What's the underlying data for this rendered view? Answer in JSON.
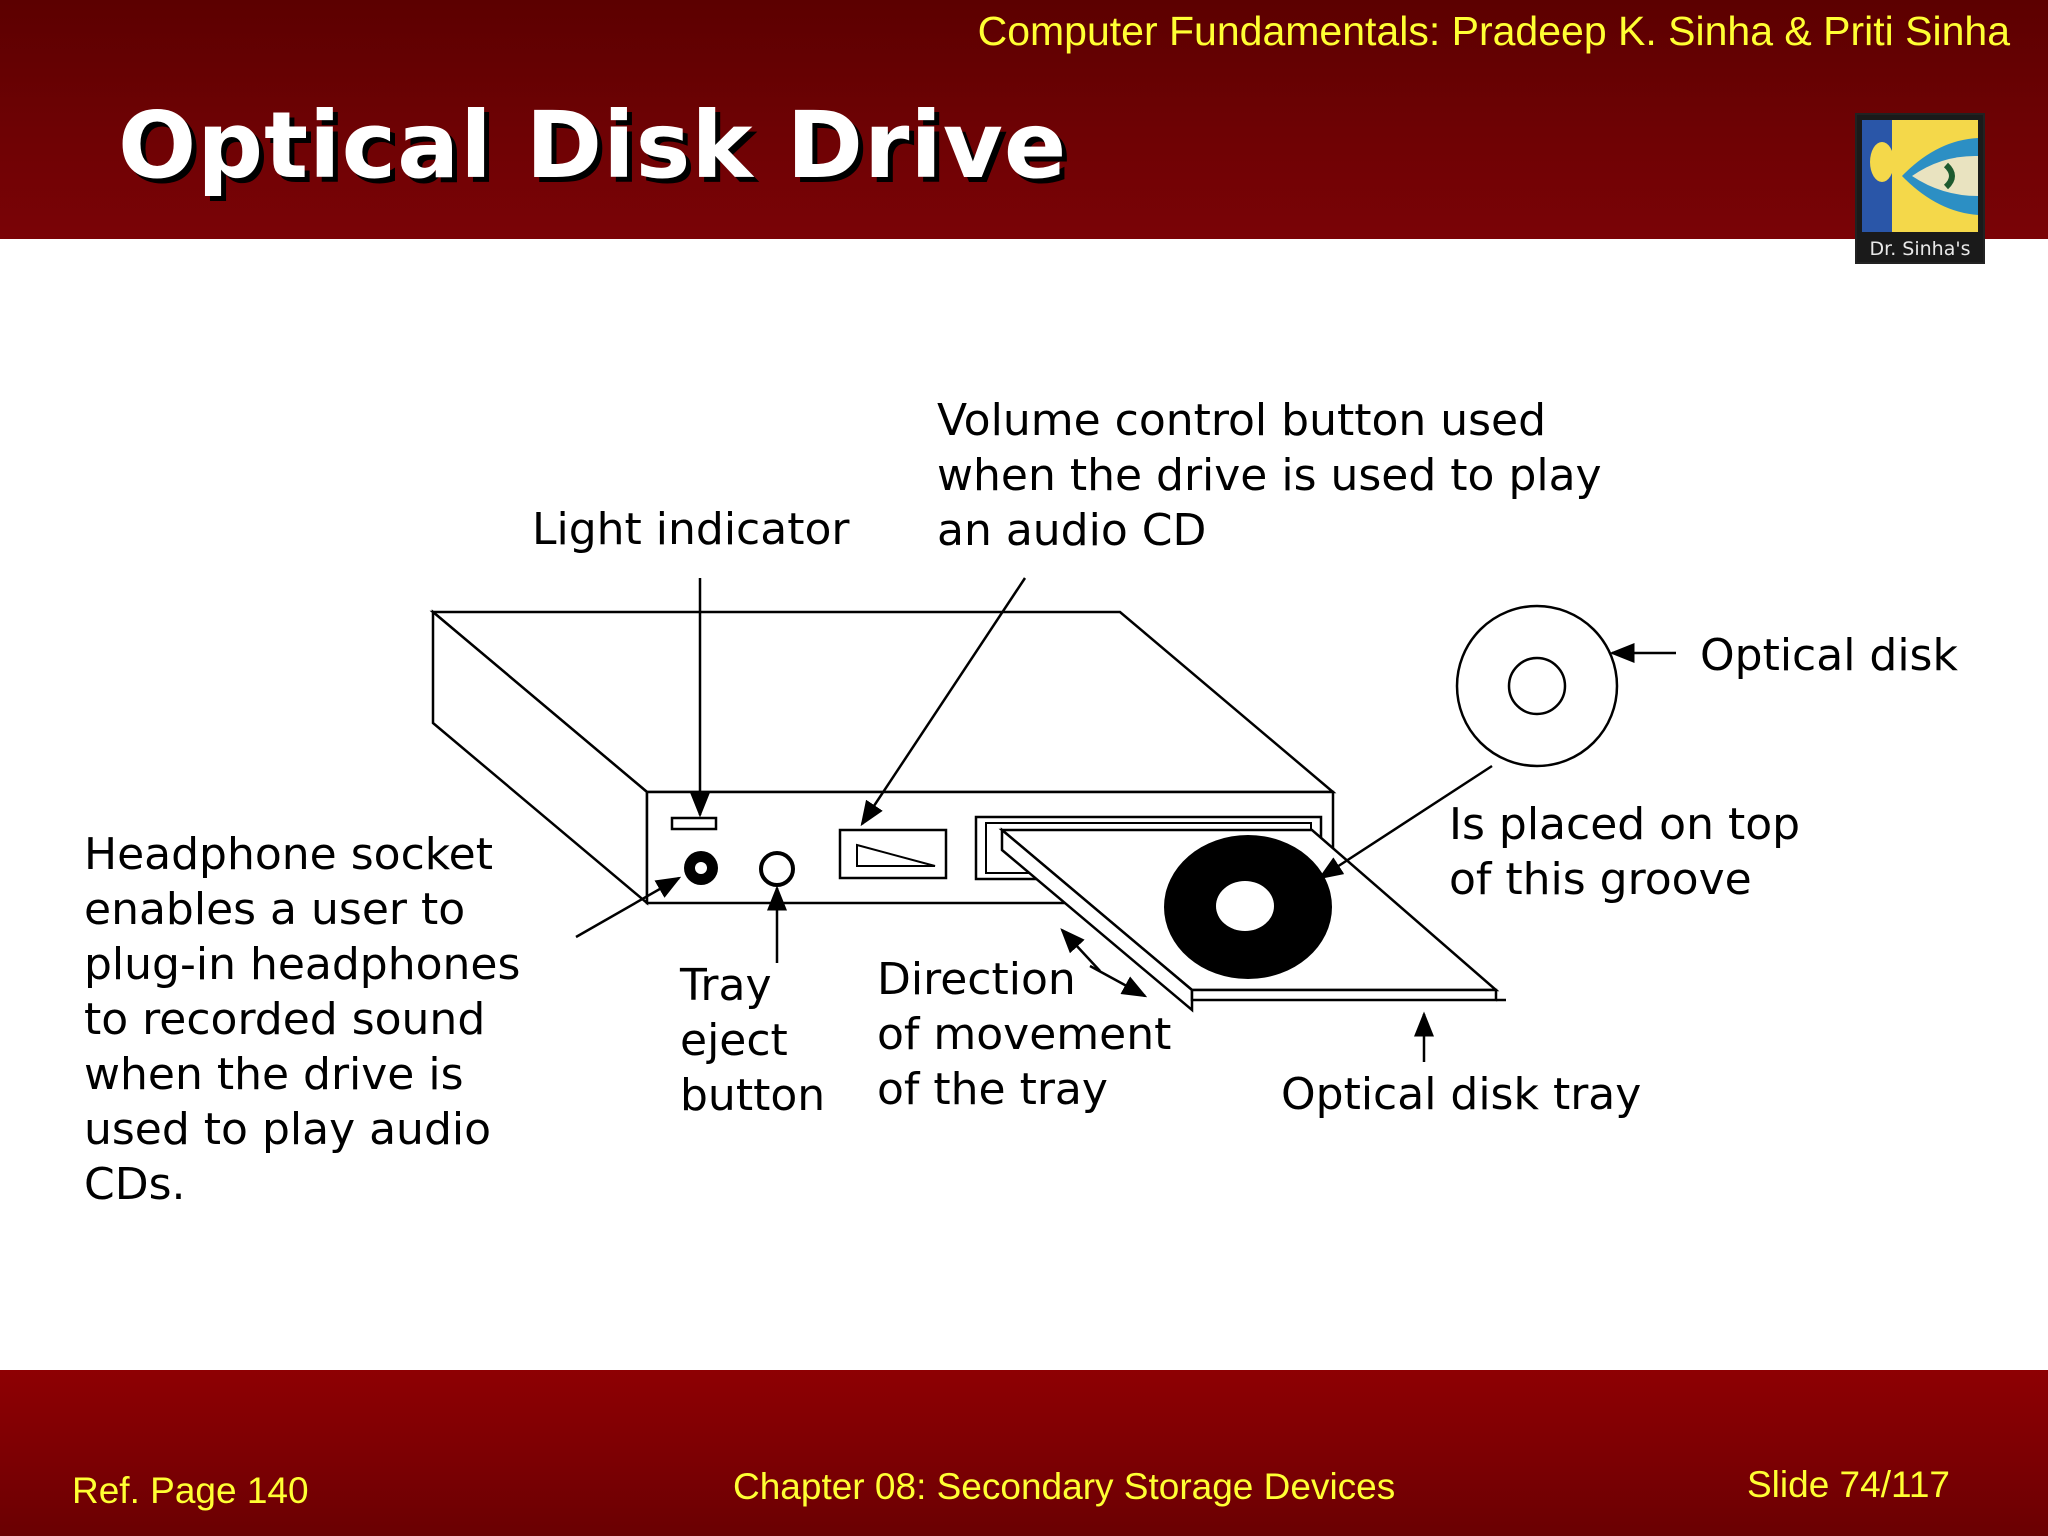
{
  "header": {
    "book_title": "Computer Fundamentals: Pradeep K. Sinha & Priti Sinha",
    "slide_title": "Optical Disk Drive",
    "logo_text": "Dr. Sinha's"
  },
  "diagram": {
    "labels": {
      "light_indicator": "Light indicator",
      "volume_control": "Volume control button used\nwhen the drive is used to play\nan audio CD",
      "optical_disk": "Optical disk",
      "groove": "Is placed on top\nof this groove",
      "headphone_socket": "Headphone socket\nenables a user to\nplug-in headphones\nto recorded sound\nwhen the drive is\nused to play audio\nCDs.",
      "tray_eject": "Tray\neject\nbutton",
      "direction": "Direction\nof movement\nof the tray",
      "disk_tray": "Optical disk tray"
    }
  },
  "footer": {
    "ref_page": "Ref. Page  140",
    "chapter": "Chapter 08: Secondary Storage Devices",
    "slide_number": "Slide 74/117"
  },
  "colors": {
    "header_bg": "#6e0204",
    "footer_bg": "#8e0003",
    "header_text": "#ffff33",
    "title_text": "#ffffff"
  }
}
